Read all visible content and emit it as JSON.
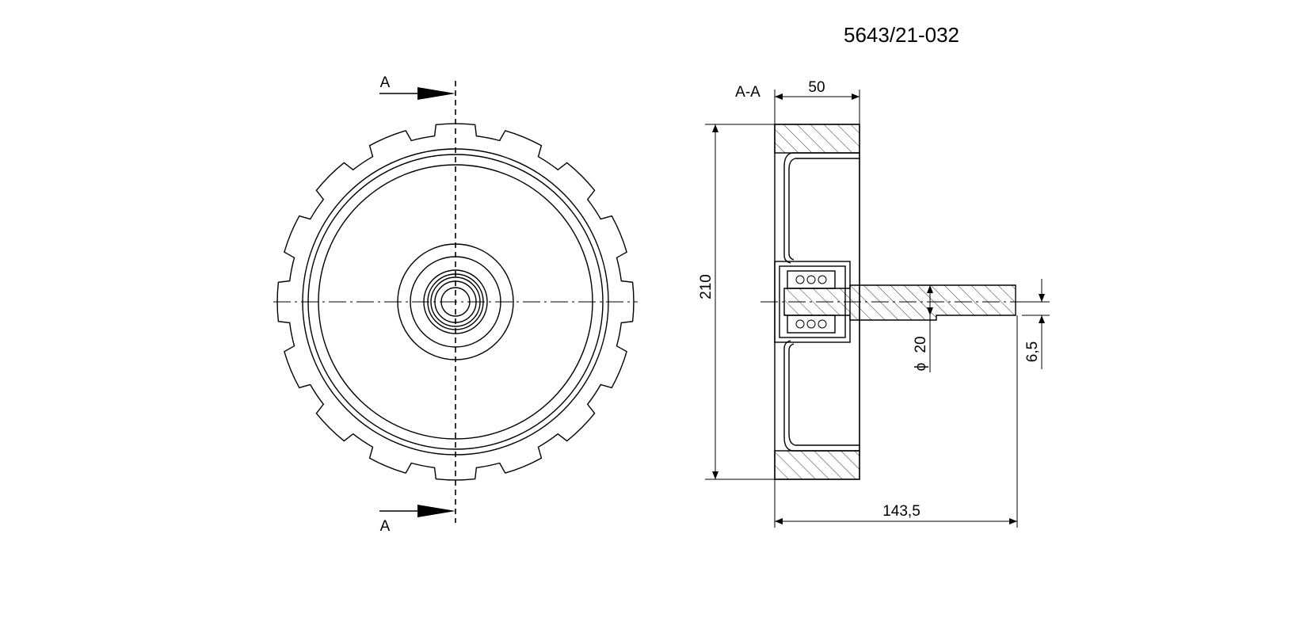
{
  "drawing": {
    "part_number": "5643/21-032",
    "section_marker": "A",
    "section_title": "A-A"
  },
  "dimensions": {
    "width": "50",
    "diameter": "210",
    "shaft_diameter": "20",
    "diameter_symbol": "ϕ",
    "overall_length": "143,5",
    "offset": "6,5"
  },
  "colors": {
    "line": "#000000",
    "background": "#ffffff"
  }
}
